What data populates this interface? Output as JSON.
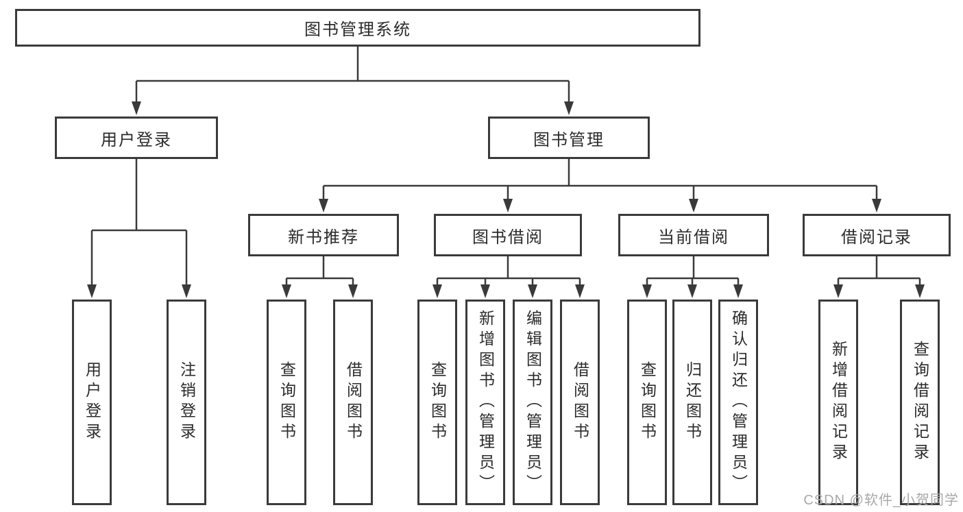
{
  "diagram": {
    "root_label": "图书管理系统",
    "level2": [
      {
        "label": "用户登录",
        "children": [
          "用户登录",
          "注销登录"
        ]
      },
      {
        "label": "图书管理"
      }
    ],
    "level3": [
      {
        "label": "新书推荐",
        "children": [
          "查询图书",
          "借阅图书"
        ]
      },
      {
        "label": "图书借阅",
        "children": [
          "查询图书",
          "新增图书（管理员）",
          "编辑图书（管理员）",
          "借阅图书"
        ]
      },
      {
        "label": "当前借阅",
        "children": [
          "查询图书",
          "归还图书",
          "确认归还（管理员）"
        ]
      },
      {
        "label": "借阅记录",
        "children": [
          "新增借阅记录",
          "查询借阅记录"
        ]
      }
    ]
  },
  "watermark": "CSDN @软件_小贺同学",
  "colors": {
    "line": "#3a3a3a",
    "node_border": "#3a3a3a",
    "text": "#2b2b2b",
    "watermark_text": "#a8a8a8",
    "background": "#ffffff"
  }
}
